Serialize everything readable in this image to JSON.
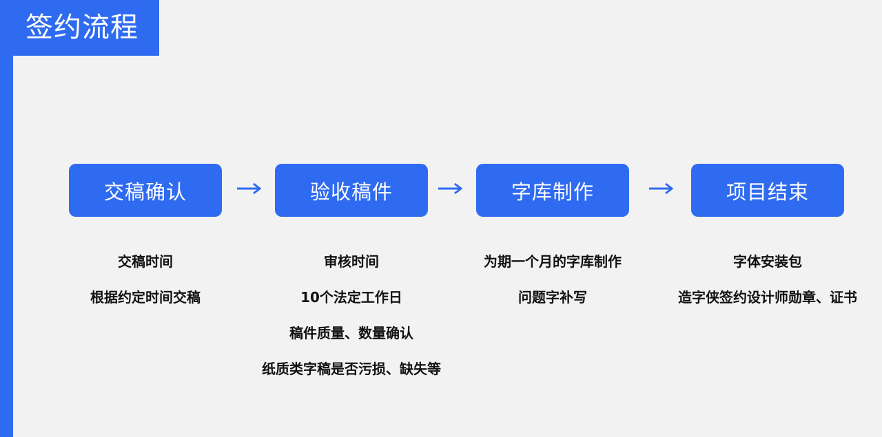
{
  "title": "签约流程",
  "colors": {
    "accent": "#2f6bf0",
    "background": "#f2f2f2",
    "text": "#111111"
  },
  "steps": [
    {
      "label": "交稿确认",
      "details": [
        "交稿时间",
        "根据约定时间交稿"
      ]
    },
    {
      "label": "验收稿件",
      "details": [
        "审核时间",
        "10个法定工作日",
        "稿件质量、数量确认",
        "纸质类字稿是否污损、缺失等"
      ]
    },
    {
      "label": "字库制作",
      "details": [
        "为期一个月的字库制作",
        "问题字补写"
      ]
    },
    {
      "label": "项目结束",
      "details": [
        "字体安装包",
        "造字侠签约设计师勋章、证书"
      ]
    }
  ]
}
